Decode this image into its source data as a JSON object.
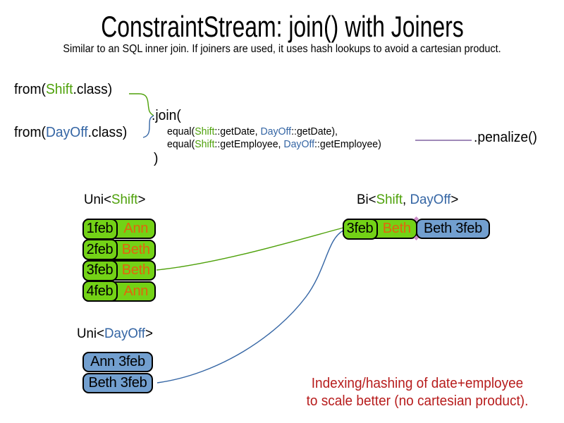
{
  "slide": {
    "title": "ConstraintStream: join() with Joiners",
    "subtitle": "Similar to an SQL inner join. If joiners are used, it uses hash lookups to avoid a cartesian product."
  },
  "code": {
    "from_shift": {
      "pre": "from(",
      "cls": "Shift",
      "post": ".class)"
    },
    "from_dayoff": {
      "pre": "from(",
      "cls": "DayOff",
      "post": ".class)"
    },
    "join_open": ".join(",
    "joiners": [
      {
        "pre": "equal(",
        "a": "Shift",
        "mid": "::getDate, ",
        "b": "DayOff",
        "post": "::getDate),"
      },
      {
        "pre": "equal(",
        "a": "Shift",
        "mid": "::getEmployee, ",
        "b": "DayOff",
        "post": "::getEmployee)"
      }
    ],
    "join_close": ")",
    "penalize": ".penalize()"
  },
  "uni_shift": {
    "label": {
      "pre": "Uni<",
      "type": "Shift",
      "suffix": ">"
    },
    "rows": [
      {
        "date": "1feb",
        "employee": "Ann"
      },
      {
        "date": "2feb",
        "employee": "Beth"
      },
      {
        "date": "3feb",
        "employee": "Beth"
      },
      {
        "date": "4feb",
        "employee": "Ann"
      }
    ]
  },
  "uni_dayoff": {
    "label": {
      "pre": "Uni<",
      "type": "DayOff",
      "suffix": ">"
    },
    "rows": [
      {
        "text": "Ann 3feb"
      },
      {
        "text": "Beth 3feb"
      }
    ]
  },
  "bi": {
    "label": {
      "pre": "Bi<",
      "type_a": "Shift",
      "sep": ", ",
      "type_b": "DayOff",
      "suffix": ">"
    },
    "row": {
      "date": "3feb",
      "employee": "Beth",
      "dayoff": "Beth 3feb"
    }
  },
  "note": {
    "line1": "Indexing/hashing of date+employee",
    "line2": "to scale better (no cartesian product)."
  },
  "colors": {
    "shift_green": "#4ea10a",
    "dayoff_blue": "#3465a4",
    "cell_green": "#73d216",
    "cell_blue": "#729fcf",
    "employee_orange": "#e2650e",
    "note_red": "#b71c1c",
    "connector_purple": "#8064a2"
  }
}
